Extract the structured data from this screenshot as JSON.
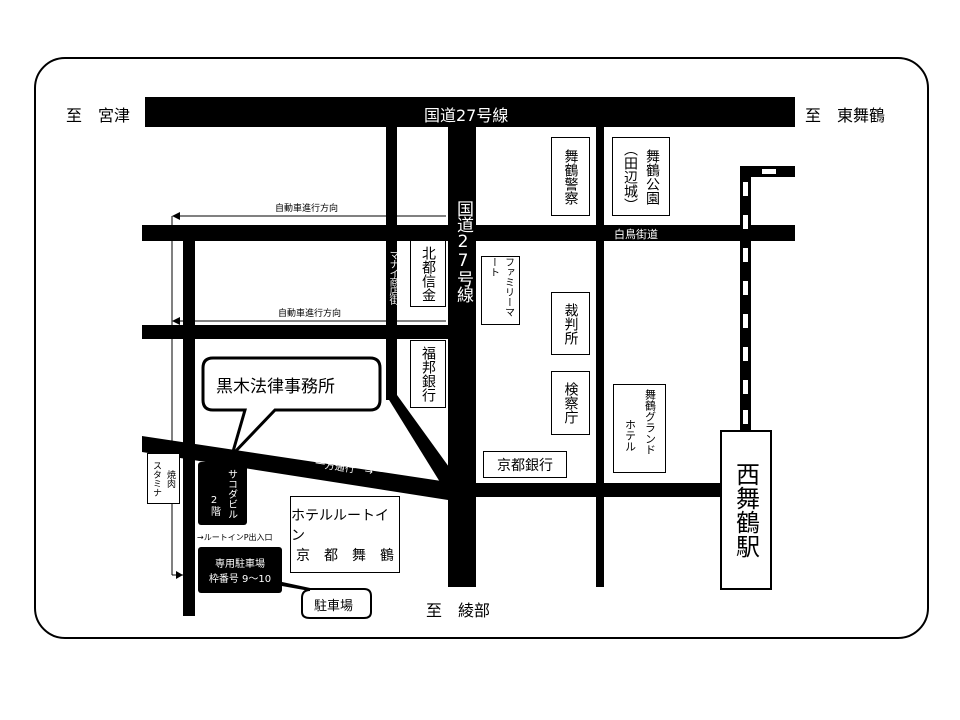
{
  "directions": {
    "miyazu": "至　宮津",
    "higashi_maizuru": "至　東舞鶴",
    "ayabe": "至　綾部"
  },
  "roads": {
    "route27_horizontal": "国道27号線",
    "route27_vertical": "国道27号線",
    "hakucho": "白鳥街道",
    "mainai": "マナイ商店街",
    "one_way": "一方通行　→",
    "car_direction_1": "自動車進行方向",
    "car_direction_2": "自動車進行方向"
  },
  "landmarks": {
    "hokuto_shinkin": "北都信金",
    "fukuho_ginko": "福邦銀行",
    "familymart": "ファミリーマート",
    "police": "舞鶴警察",
    "park_1": "舞鶴公園",
    "park_2": "（田辺城）",
    "court": "裁判所",
    "prosecutor": "検察庁",
    "grand_hotel_1": "舞鶴グランド",
    "grand_hotel_2": "ホテル",
    "kyoto_bank": "京都銀行",
    "station": "西舞鶴駅",
    "yakiniku_1": "焼肉",
    "yakiniku_2": "スタミナ",
    "route_inn_1": "ホテルルートイン",
    "route_inn_2": "京　都　舞　鶴"
  },
  "office": {
    "name": "黒木法律事務所",
    "building_1": "サコダビル",
    "building_2": "2階"
  },
  "parking": {
    "entrance": "→ルートインP出入口",
    "line_1": "専用駐車場",
    "line_2": "枠番号 9〜10",
    "callout": "駐車場"
  }
}
